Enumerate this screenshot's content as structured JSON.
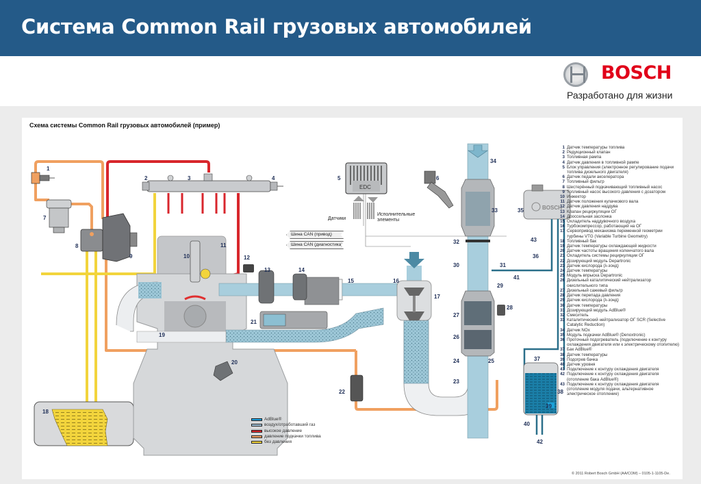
{
  "header": {
    "title": "Система Common Rail грузовых автомобилей"
  },
  "brand": {
    "name": "BOSCH",
    "tagline": "Разработано для жизни",
    "color": "#e1001a"
  },
  "diagram": {
    "title": "Схема системы Common Rail грузовых автомобилей (пример)",
    "ecu_label": "EDC",
    "module_label": "BOSCH",
    "sensors_label": "Датчики",
    "actuators_label": "Исполнительные элементы",
    "can_bus": [
      "Шина CAN (привод)",
      "Шина CAN (диагностика)"
    ],
    "callout_numbers": [
      "1",
      "2",
      "3",
      "4",
      "5",
      "6",
      "7",
      "8",
      "9",
      "10",
      "11",
      "12",
      "13",
      "14",
      "15",
      "16",
      "17",
      "18",
      "19",
      "20",
      "21",
      "22",
      "23",
      "24",
      "25",
      "26",
      "27",
      "28",
      "29",
      "30",
      "31",
      "32",
      "33",
      "34",
      "35",
      "36",
      "37",
      "38",
      "39",
      "40",
      "41",
      "42",
      "43"
    ]
  },
  "line_legend": [
    {
      "label": "AdBlue®",
      "color": "#1a9ad6"
    },
    {
      "label": "воздух/отработавший газ",
      "color": "#9fc0d8"
    },
    {
      "label": "высокое давление",
      "color": "#d8262c"
    },
    {
      "label": "давление подкачки топлива",
      "color": "#f0a060"
    },
    {
      "label": "без давления",
      "color": "#f2d43c"
    }
  ],
  "components": [
    {
      "n": "1",
      "text": "Датчик температуры топлива"
    },
    {
      "n": "2",
      "text": "Редукционный клапан"
    },
    {
      "n": "3",
      "text": "Топливная рампа"
    },
    {
      "n": "4",
      "text": "Датчик давления в топливной рампе"
    },
    {
      "n": "5",
      "text": "Блок управления (электронное регулирование подачи топлива дизельного двигателя)"
    },
    {
      "n": "6",
      "text": "Датчик педали акселератора"
    },
    {
      "n": "7",
      "text": "Топливный фильтр"
    },
    {
      "n": "8",
      "text": "Шестерённый подкачивающий топливный насос"
    },
    {
      "n": "9",
      "text": "Топливный насос высокого давления с дозатором"
    },
    {
      "n": "10",
      "text": "Инжектор"
    },
    {
      "n": "11",
      "text": "Датчик положения кулачкового вала"
    },
    {
      "n": "12",
      "text": "Датчик давления наддува"
    },
    {
      "n": "13",
      "text": "Клапан рециркуляции ОГ"
    },
    {
      "n": "14",
      "text": "Дроссельная заслонка"
    },
    {
      "n": "15",
      "text": "Охладитель наддувочного воздуха"
    },
    {
      "n": "16",
      "text": "Турбокомпрессор, работающий на ОГ"
    },
    {
      "n": "17",
      "text": "Сервопривод механизма переменной геометрии турбины VTG (Variable Turbine Geometry)"
    },
    {
      "n": "18",
      "text": "Топливный бак"
    },
    {
      "n": "19",
      "text": "Датчик температуры охлаждающей жидкости"
    },
    {
      "n": "20",
      "text": "Датчик частоты вращения коленчатого вала"
    },
    {
      "n": "21",
      "text": "Охладитель системы рециркуляции ОГ"
    },
    {
      "n": "22",
      "text": "Дозирующий модуль Departronic"
    },
    {
      "n": "23",
      "text": "Датчик кислорода (λ-зонд)"
    },
    {
      "n": "24",
      "text": "Датчик температуры"
    },
    {
      "n": "25",
      "text": "Модуль впрыска Departronic"
    },
    {
      "n": "26",
      "text": "Дизельный каталитический нейтрализатор окислительного типа"
    },
    {
      "n": "27",
      "text": "Дизельный сажевый фильтр"
    },
    {
      "n": "28",
      "text": "Датчик перепада давления"
    },
    {
      "n": "29",
      "text": "Датчик кислорода (λ-зонд)"
    },
    {
      "n": "30",
      "text": "Датчик температуры"
    },
    {
      "n": "31",
      "text": "Дозирующий модуль AdBlue®"
    },
    {
      "n": "32",
      "text": "Смеситель"
    },
    {
      "n": "33",
      "text": "Каталитический нейтрализатор ОГ SCR (Selective Catalytic Reduction)"
    },
    {
      "n": "34",
      "text": "Датчик NOx"
    },
    {
      "n": "35",
      "text": "Модуль подкачки AdBlue® (Denoxtronic)"
    },
    {
      "n": "36",
      "text": "Проточный подогреватель (подключение к контуру охлаждения двигателя или к электрическому отопителю)"
    },
    {
      "n": "37",
      "text": "Бак AdBlue®"
    },
    {
      "n": "38",
      "text": "Датчик температуры"
    },
    {
      "n": "39",
      "text": "Подогрев бачка"
    },
    {
      "n": "40",
      "text": "Датчик уровня"
    },
    {
      "n": "41",
      "text": "Подключение к контуру охлаждения двигателя"
    },
    {
      "n": "42",
      "text": "Подключение к контуру охлаждения двигателя (отопление бака AdBlue®)"
    },
    {
      "n": "43",
      "text": "Подключение к контуру охлаждения двигателя (отопление модуля подачи, альтернативное электрическое отопление)"
    }
  ],
  "footer": {
    "copyright": "© 2011 Robert Bosch GmbH (AA/COM) – 0105-1-1105-De."
  }
}
